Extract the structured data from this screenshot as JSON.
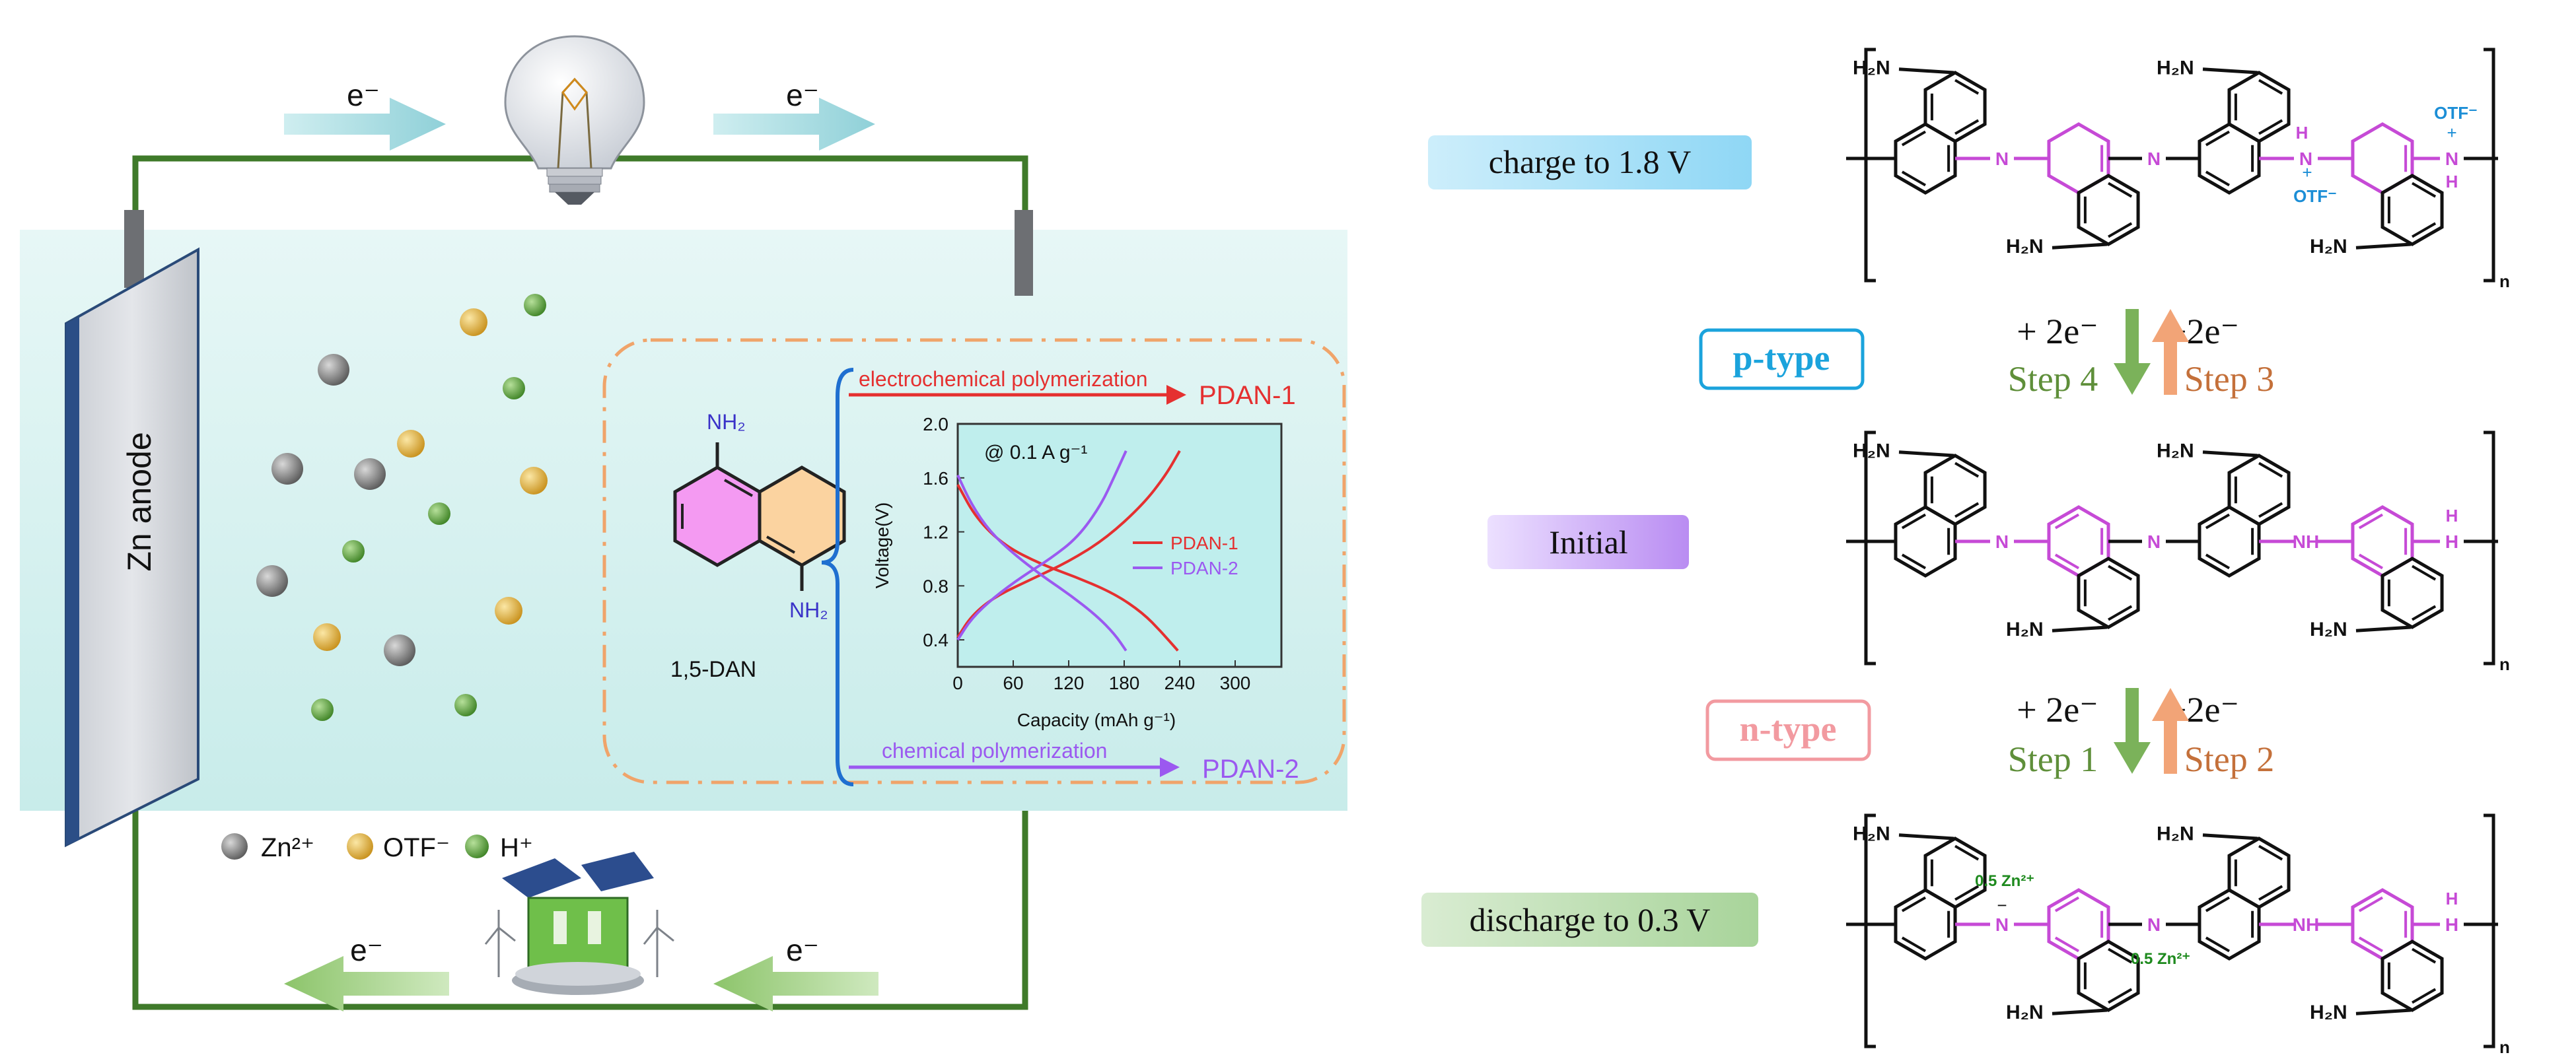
{
  "battery": {
    "electron": "e⁻",
    "anode_label": "Zn anode",
    "legend": [
      {
        "label": "Zn²⁺",
        "color": "#8a8a8a"
      },
      {
        "label": "OTF⁻",
        "color": "#e4b23a"
      },
      {
        "label": "H⁺",
        "color": "#5a9e3a"
      }
    ]
  },
  "inset": {
    "monomer_name": "1,5-DAN",
    "nh2": "NH₂",
    "route_top": "electrochemical polymerization",
    "product_top": "PDAN-1",
    "route_bottom": "chemical polymerization",
    "product_bottom": "PDAN-2",
    "colors": {
      "pdan1": "#e53030",
      "pdan2": "#9b59f0",
      "ring_pink": "#f49af2",
      "ring_orange": "#fbd3a0"
    }
  },
  "chart_data": {
    "type": "line",
    "annotation": "@ 0.1 A g⁻¹",
    "xlabel": "Capacity (mAh g⁻¹)",
    "ylabel": "Voltage(V)",
    "xlim": [
      0,
      350
    ],
    "ylim": [
      0.2,
      2.0
    ],
    "xticks": [
      0,
      60,
      120,
      180,
      240,
      300
    ],
    "yticks": [
      0.4,
      0.8,
      1.2,
      1.6,
      2.0
    ],
    "legend_position": "center-right",
    "series": [
      {
        "name": "PDAN-1",
        "role": "charge",
        "color": "#e53030",
        "points": [
          [
            0,
            0.42
          ],
          [
            15,
            0.58
          ],
          [
            40,
            0.72
          ],
          [
            80,
            0.85
          ],
          [
            120,
            0.98
          ],
          [
            160,
            1.15
          ],
          [
            200,
            1.4
          ],
          [
            225,
            1.62
          ],
          [
            240,
            1.8
          ]
        ]
      },
      {
        "name": "PDAN-1",
        "role": "discharge",
        "color": "#e53030",
        "points": [
          [
            0,
            1.55
          ],
          [
            20,
            1.3
          ],
          [
            50,
            1.1
          ],
          [
            90,
            0.96
          ],
          [
            130,
            0.86
          ],
          [
            170,
            0.74
          ],
          [
            200,
            0.6
          ],
          [
            220,
            0.46
          ],
          [
            238,
            0.32
          ]
        ]
      },
      {
        "name": "PDAN-2",
        "role": "charge",
        "color": "#9b59f0",
        "points": [
          [
            0,
            0.4
          ],
          [
            15,
            0.56
          ],
          [
            40,
            0.72
          ],
          [
            70,
            0.87
          ],
          [
            100,
            1.0
          ],
          [
            130,
            1.16
          ],
          [
            155,
            1.4
          ],
          [
            170,
            1.62
          ],
          [
            182,
            1.8
          ]
        ]
      },
      {
        "name": "PDAN-2",
        "role": "discharge",
        "color": "#9b59f0",
        "points": [
          [
            0,
            1.62
          ],
          [
            15,
            1.4
          ],
          [
            35,
            1.2
          ],
          [
            60,
            1.04
          ],
          [
            90,
            0.88
          ],
          [
            120,
            0.74
          ],
          [
            150,
            0.58
          ],
          [
            170,
            0.44
          ],
          [
            182,
            0.32
          ]
        ]
      }
    ]
  },
  "mechanism": {
    "states": [
      {
        "label": "charge to 1.8 V",
        "color_from": "#cdeefb",
        "color_to": "#8fd7f5"
      },
      {
        "label": "Initial",
        "color_from": "#ece0ff",
        "color_to": "#b98cf2"
      },
      {
        "label": "discharge to 0.3 V",
        "color_from": "#d9ecd2",
        "color_to": "#a8d49a"
      }
    ],
    "types": [
      {
        "label": "p-type",
        "color": "#1ba3dc"
      },
      {
        "label": "n-type",
        "color": "#f29aa0"
      }
    ],
    "steps_upper": {
      "left": "+ 2e⁻",
      "right": "−2e⁻",
      "step_left": "Step 4",
      "step_right": "Step 3"
    },
    "steps_lower": {
      "left": "+ 2e⁻",
      "right": "−2e⁻",
      "step_left": "Step 1",
      "step_right": "Step 2"
    },
    "step_colors": {
      "green": "#5f8f3a",
      "orange": "#c4703a"
    },
    "labels": {
      "nh2": "H₂N",
      "n": "N",
      "h": "H",
      "nh": "NH",
      "otf": "OTF⁻",
      "plus": "+",
      "zn": "0.5 Zn²⁺",
      "minus": "−",
      "sub_n": "n"
    }
  }
}
